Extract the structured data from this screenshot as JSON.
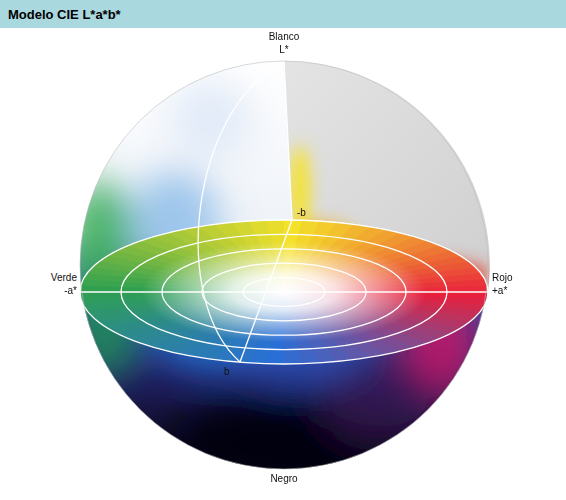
{
  "diagram": {
    "title": "Modelo CIE L*a*b*",
    "labels": [
      "Blanco",
      "L*",
      "-b",
      "Verde",
      "-a*",
      "Rojo",
      "+a*",
      "b",
      "Negro"
    ]
  }
}
